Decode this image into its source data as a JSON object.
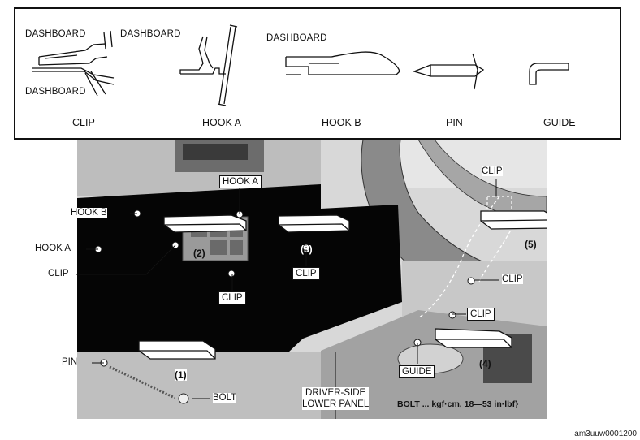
{
  "legend": {
    "items": [
      {
        "caption": "CLIP"
      },
      {
        "caption": "HOOK A"
      },
      {
        "caption": "HOOK B"
      },
      {
        "caption": "PIN"
      },
      {
        "caption": "GUIDE"
      }
    ],
    "dashboard_labels": {
      "clip_top": "DASHBOARD",
      "clip_bottom": "DASHBOARD",
      "hook_a": "DASHBOARD",
      "hook_b": "DASHBOARD"
    }
  },
  "callouts": {
    "hook_a_top": "HOOK A",
    "hook_b": "HOOK B",
    "hook_a_left": "HOOK A",
    "clip_left": "CLIP",
    "clip_center": "CLIP",
    "clip_3": "CLIP",
    "clip_top_right": "CLIP",
    "clip_right_mid": "CLIP",
    "clip_right_low": "CLIP",
    "pin": "PIN",
    "guide": "GUIDE",
    "bolt": "BOLT",
    "panel_line1": "DRIVER-SIDE",
    "panel_line2": "LOWER PANEL",
    "torque_note": "BOLT ... kgf·cm, 18—53 in·lbf}"
  },
  "numbers": {
    "n1": "(1)",
    "n2": "(2)",
    "n3": "(3)",
    "n4": "(4)",
    "n5": "(5)"
  },
  "image_id": "am3uuw0001200"
}
